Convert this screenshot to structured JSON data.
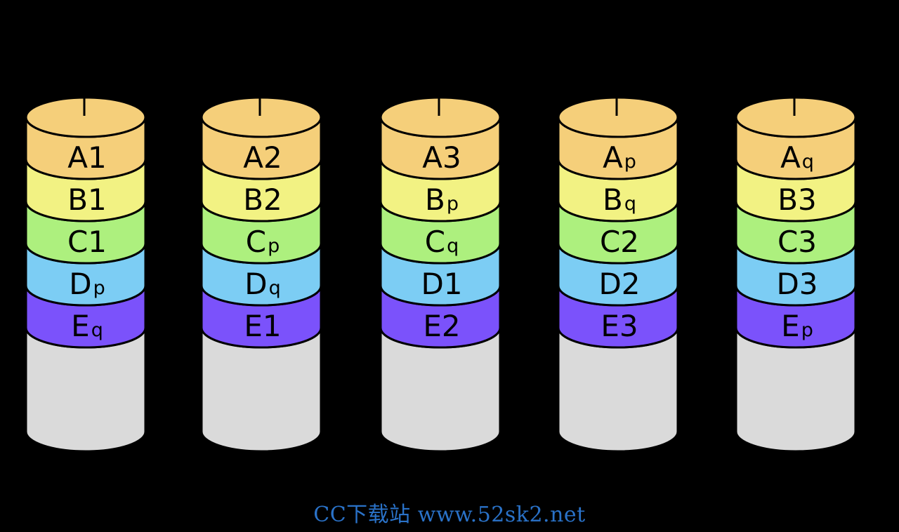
{
  "colors": {
    "background": "#000000",
    "outline": "#000000",
    "row_fills": [
      "#f5cf7a",
      "#f2f283",
      "#adf07e",
      "#7ccdf4",
      "#7b52fb"
    ],
    "empty_fill": "#dadada",
    "watermark": "#2a72c8"
  },
  "disks": [
    {
      "blocks": [
        {
          "main": "A1",
          "sub": ""
        },
        {
          "main": "B1",
          "sub": ""
        },
        {
          "main": "C1",
          "sub": ""
        },
        {
          "main": "D",
          "sub": "p"
        },
        {
          "main": "E",
          "sub": "q"
        }
      ]
    },
    {
      "blocks": [
        {
          "main": "A2",
          "sub": ""
        },
        {
          "main": "B2",
          "sub": ""
        },
        {
          "main": "C",
          "sub": "p"
        },
        {
          "main": "D",
          "sub": "q"
        },
        {
          "main": "E1",
          "sub": ""
        }
      ]
    },
    {
      "blocks": [
        {
          "main": "A3",
          "sub": ""
        },
        {
          "main": "B",
          "sub": "p"
        },
        {
          "main": "C",
          "sub": "q"
        },
        {
          "main": "D1",
          "sub": ""
        },
        {
          "main": "E2",
          "sub": ""
        }
      ]
    },
    {
      "blocks": [
        {
          "main": "A",
          "sub": "p"
        },
        {
          "main": "B",
          "sub": "q"
        },
        {
          "main": "C2",
          "sub": ""
        },
        {
          "main": "D2",
          "sub": ""
        },
        {
          "main": "E3",
          "sub": ""
        }
      ]
    },
    {
      "blocks": [
        {
          "main": "A",
          "sub": "q"
        },
        {
          "main": "B3",
          "sub": ""
        },
        {
          "main": "C3",
          "sub": ""
        },
        {
          "main": "D3",
          "sub": ""
        },
        {
          "main": "E",
          "sub": "p"
        }
      ]
    }
  ],
  "watermark": "CC下载站 www.52sk2.net"
}
